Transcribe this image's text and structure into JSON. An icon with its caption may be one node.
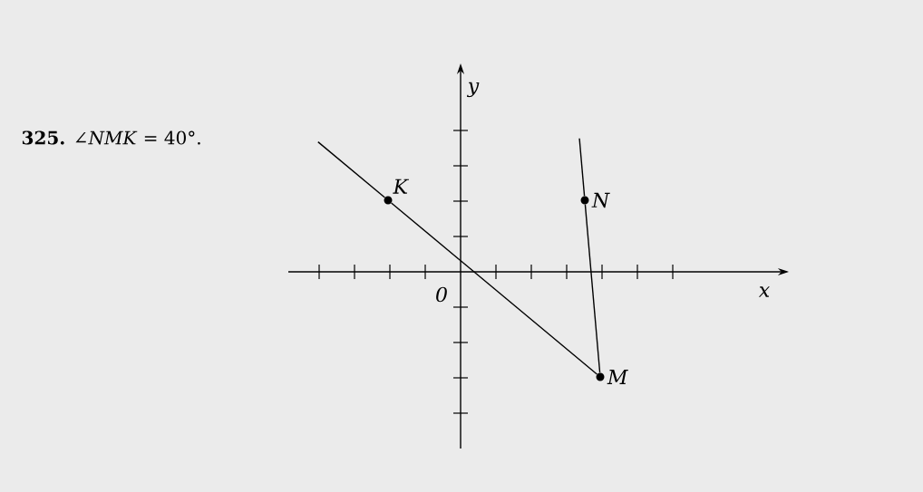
{
  "diagram": {
    "title": "**325.** ∠*NMK* = 40°.",
    "nodes": [
      {
        "text": [
          "K"
        ]
      },
      {
        "text": [
          "N"
        ]
      },
      {
        "text": [
          "M"
        ]
      }
    ],
    "edges": [
      {
        "from": 2,
        "to": 0,
        "arrow": "none"
      },
      {
        "from": 2,
        "to": 1,
        "arrow": "none"
      }
    ],
    "labels": [
      "y",
      "x",
      "0"
    ]
  }
}
